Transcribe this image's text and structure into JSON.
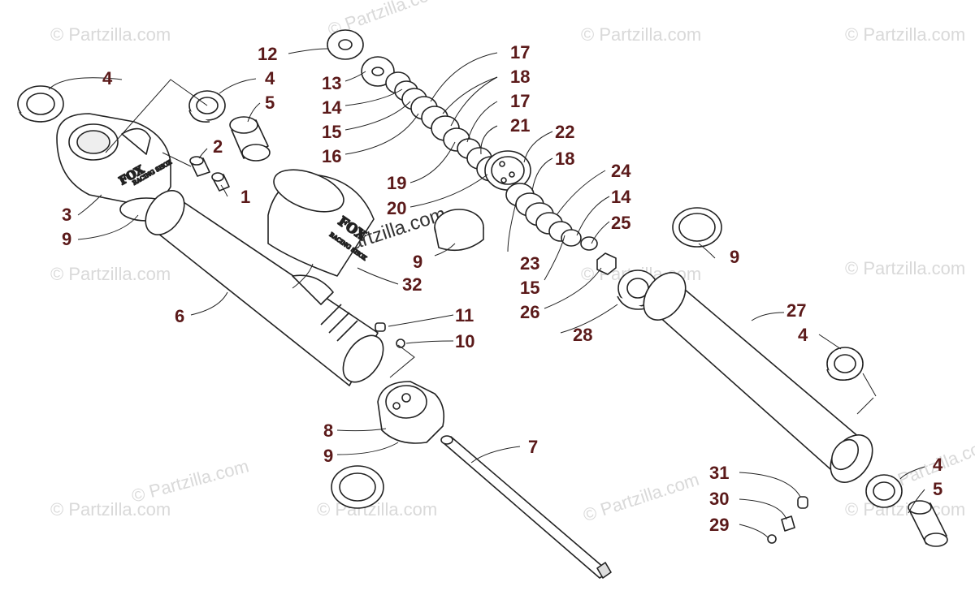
{
  "watermark": {
    "text": "© Partzilla.com",
    "center_text": "© Partzilla.com"
  },
  "brand": {
    "logo": "FOX",
    "sub": "RACING SHOX"
  },
  "callouts": [
    {
      "id": "c1",
      "label": "1"
    },
    {
      "id": "c2",
      "label": "2"
    },
    {
      "id": "c3",
      "label": "3"
    },
    {
      "id": "c4a",
      "label": "4"
    },
    {
      "id": "c4b",
      "label": "4"
    },
    {
      "id": "c4c",
      "label": "4"
    },
    {
      "id": "c4d",
      "label": "4"
    },
    {
      "id": "c5a",
      "label": "5"
    },
    {
      "id": "c5b",
      "label": "5"
    },
    {
      "id": "c6",
      "label": "6"
    },
    {
      "id": "c7",
      "label": "7"
    },
    {
      "id": "c8",
      "label": "8"
    },
    {
      "id": "c9a",
      "label": "9"
    },
    {
      "id": "c9b",
      "label": "9"
    },
    {
      "id": "c9c",
      "label": "9"
    },
    {
      "id": "c9d",
      "label": "9"
    },
    {
      "id": "c10",
      "label": "10"
    },
    {
      "id": "c11",
      "label": "11"
    },
    {
      "id": "c12",
      "label": "12"
    },
    {
      "id": "c13",
      "label": "13"
    },
    {
      "id": "c14a",
      "label": "14"
    },
    {
      "id": "c14b",
      "label": "14"
    },
    {
      "id": "c15a",
      "label": "15"
    },
    {
      "id": "c15b",
      "label": "15"
    },
    {
      "id": "c16",
      "label": "16"
    },
    {
      "id": "c17a",
      "label": "17"
    },
    {
      "id": "c17b",
      "label": "17"
    },
    {
      "id": "c18a",
      "label": "18"
    },
    {
      "id": "c18b",
      "label": "18"
    },
    {
      "id": "c19",
      "label": "19"
    },
    {
      "id": "c20",
      "label": "20"
    },
    {
      "id": "c21",
      "label": "21"
    },
    {
      "id": "c22",
      "label": "22"
    },
    {
      "id": "c23",
      "label": "23"
    },
    {
      "id": "c24",
      "label": "24"
    },
    {
      "id": "c25",
      "label": "25"
    },
    {
      "id": "c26",
      "label": "26"
    },
    {
      "id": "c27",
      "label": "27"
    },
    {
      "id": "c28",
      "label": "28"
    },
    {
      "id": "c29",
      "label": "29"
    },
    {
      "id": "c30",
      "label": "30"
    },
    {
      "id": "c31",
      "label": "31"
    },
    {
      "id": "c32",
      "label": "32"
    }
  ]
}
